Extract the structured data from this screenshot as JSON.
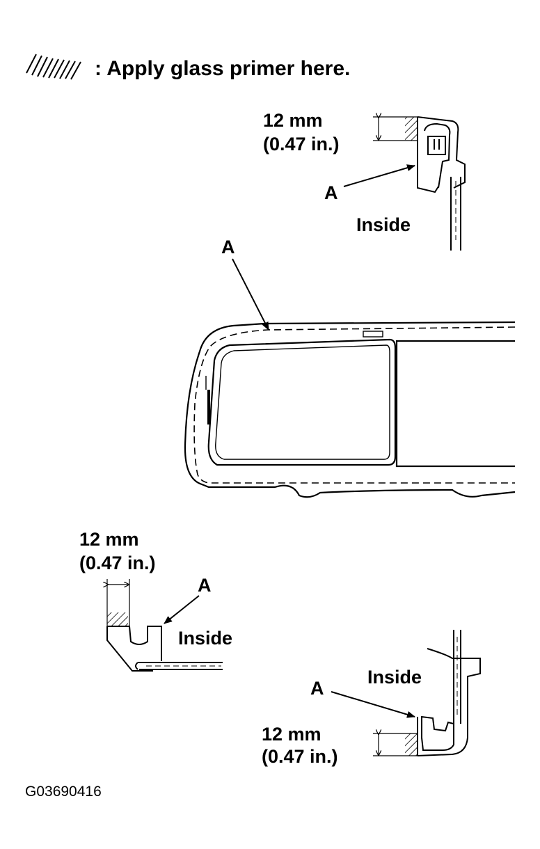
{
  "legend": {
    "text": ": Apply glass primer here.",
    "swatch_icon": "hatch-swatch-icon"
  },
  "labels": {
    "dim_mm": "12 mm",
    "dim_in": "(0.47 in.)",
    "inside": "Inside",
    "part": "A"
  },
  "figure_code": "G03690416",
  "colors": {
    "ink": "#000000",
    "paper": "#ffffff"
  }
}
